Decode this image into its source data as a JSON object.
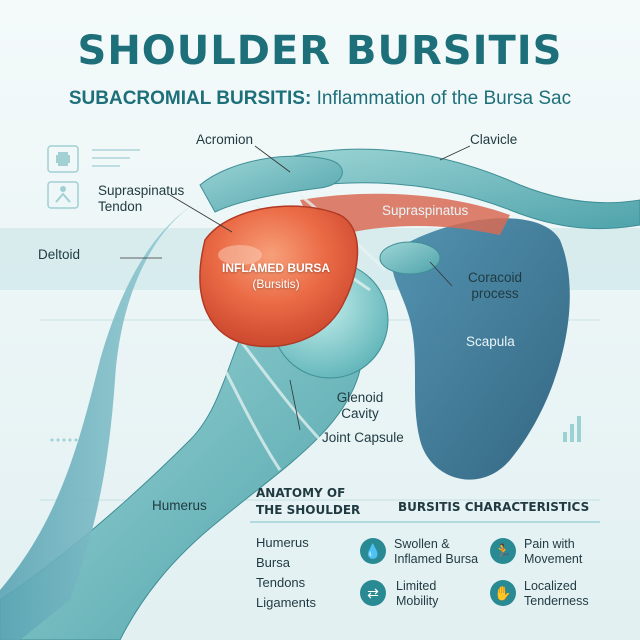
{
  "title": "SHOULDER BURSITIS",
  "subtitle": {
    "bold": "SUBACROMIAL BURSITIS:",
    "rest": " Inflammation of the Bursa Sac"
  },
  "labels": {
    "acromion": "Acromion",
    "clavicle": "Clavicle",
    "supraspinatus_tendon_1": "Supraspinatus",
    "supraspinatus_tendon_2": "Tendon",
    "deltoid": "Deltoid",
    "supraspinatus": "Supraspinatus",
    "inflamed_bursa": "INFLAMED BURSA",
    "bursitis": "(Bursitis)",
    "coracoid_1": "Coracoid",
    "coracoid_2": "process",
    "scapula": "Scapula",
    "glenoid_1": "Glenoid",
    "glenoid_2": "Cavity",
    "joint_capsule": "Joint Capsule",
    "humerus": "Humerus"
  },
  "anatomy": {
    "title_line1": "ANATOMY OF",
    "title_line2": "THE SHOULDER",
    "items": [
      "Humerus",
      "Bursa",
      "Tendons",
      "Ligaments"
    ]
  },
  "characteristics": {
    "title": "BURSITIS CHARACTERISTICS",
    "items": [
      {
        "line1": "Swollen &",
        "line2": "Inflamed Bursa",
        "icon": "droplet-icon"
      },
      {
        "line1": "Pain with",
        "line2": "Movement",
        "icon": "pain-figure-icon"
      },
      {
        "line1": "Limited",
        "line2": "Mobility",
        "icon": "limited-motion-icon"
      },
      {
        "line1": "Localized",
        "line2": "Tenderness",
        "icon": "tender-spot-icon"
      }
    ]
  },
  "colors": {
    "primary": "#1d6f7a",
    "bursa": "#e4553a",
    "scapula": "#2f6f8c",
    "bone": "#7cc3c6"
  }
}
